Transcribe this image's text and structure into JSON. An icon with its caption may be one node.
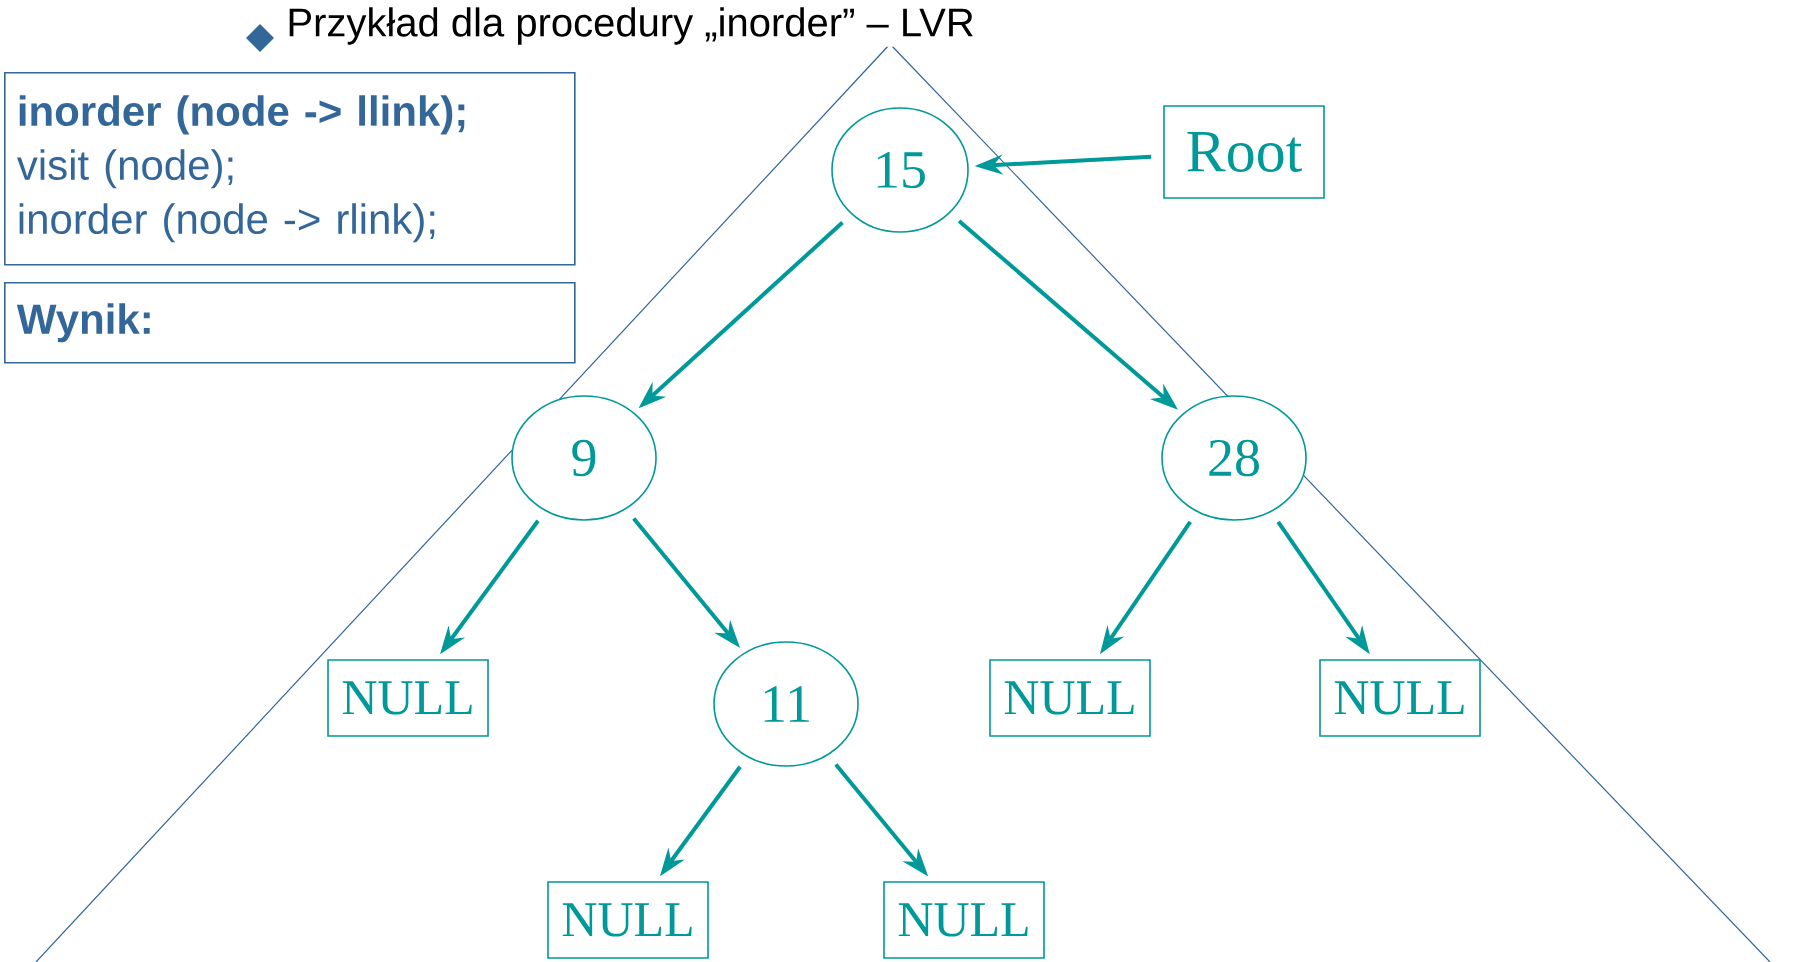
{
  "diagram": {
    "title": "Przykład dla procedury „inorder” – LVR",
    "nodes": [
      {
        "text": [
          "inorder (node -> llink);",
          "visit (node);",
          "inorder (node -> rlink);"
        ]
      },
      {
        "text": [
          "Wynik:"
        ]
      },
      {
        "text": [
          "15"
        ]
      },
      {
        "text": [
          "Root"
        ]
      },
      {
        "text": [
          "9"
        ]
      },
      {
        "text": [
          "28"
        ]
      },
      {
        "text": [
          "NULL"
        ]
      },
      {
        "text": [
          "11"
        ]
      },
      {
        "text": [
          "NULL"
        ]
      },
      {
        "text": [
          "NULL"
        ]
      },
      {
        "text": [
          "NULL"
        ]
      },
      {
        "text": [
          "NULL"
        ]
      }
    ],
    "edges": [
      {
        "from": 3,
        "to": 2,
        "arrow": "to"
      },
      {
        "from": 2,
        "to": 4,
        "arrow": "to"
      },
      {
        "from": 2,
        "to": 5,
        "arrow": "to"
      },
      {
        "from": 4,
        "to": 6,
        "arrow": "to"
      },
      {
        "from": 4,
        "to": 7,
        "arrow": "to"
      },
      {
        "from": 5,
        "to": 8,
        "arrow": "to"
      },
      {
        "from": 5,
        "to": 9,
        "arrow": "to"
      },
      {
        "from": 7,
        "to": 10,
        "arrow": "to"
      },
      {
        "from": 7,
        "to": 11,
        "arrow": "to"
      }
    ]
  }
}
